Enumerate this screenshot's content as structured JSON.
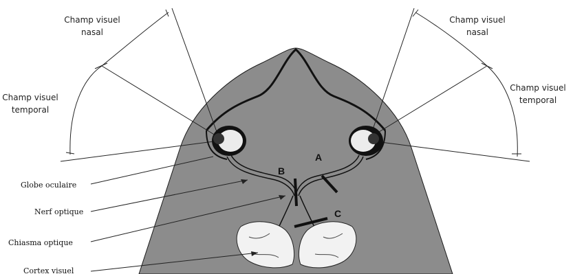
{
  "labels": {
    "left_nasal_1": "Champ visuel",
    "left_nasal_2": "nasal",
    "left_temporal_1": "Champ visuel",
    "left_temporal_2": "temporal",
    "right_nasal_1": "Champ visuel",
    "right_nasal_2": "nasal",
    "right_temporal_1": "Champ visuel",
    "right_temporal_2": "temporal",
    "globe": "Globe oculaire",
    "nerf": "Nerf optique",
    "chiasma": "Chiasma optique",
    "cortex": "Cortex visuel",
    "cut_a": "A",
    "cut_b": "B",
    "cut_c": "C"
  },
  "colors": {
    "head": "#8c8c8c",
    "outline": "#1a1a1a",
    "cortex": "#f2f2f2",
    "eye_white": "#ececec"
  }
}
